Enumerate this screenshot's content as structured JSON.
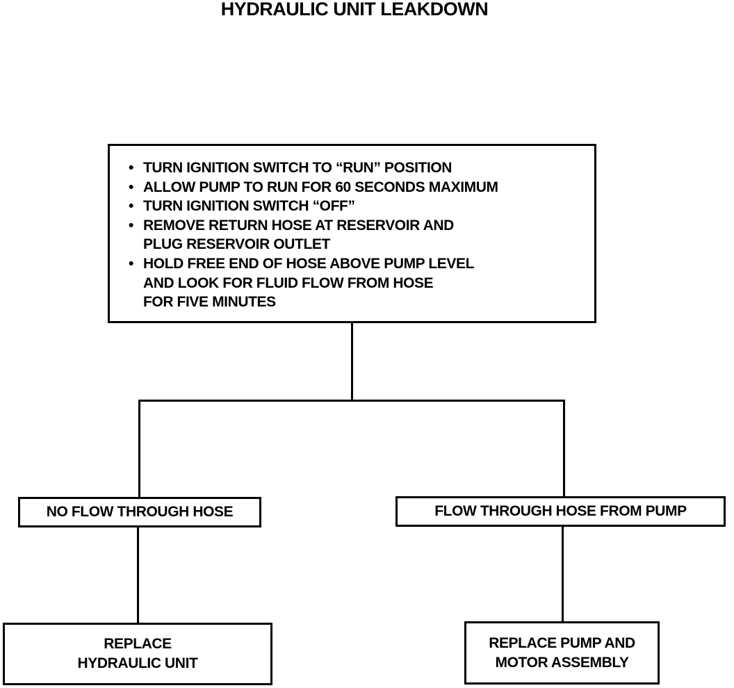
{
  "diagram": {
    "title": "HYDRAULIC UNIT LEAKDOWN",
    "procedure": {
      "bullet": "•",
      "steps": [
        {
          "lines": [
            "TURN IGNITION SWITCH TO “RUN” POSITION"
          ]
        },
        {
          "lines": [
            "ALLOW PUMP TO RUN FOR 60 SECONDS MAXIMUM"
          ]
        },
        {
          "lines": [
            "TURN IGNITION SWITCH “OFF”"
          ]
        },
        {
          "lines": [
            "REMOVE RETURN HOSE AT RESERVOIR AND",
            "PLUG RESERVOIR OUTLET"
          ]
        },
        {
          "lines": [
            "HOLD FREE END OF HOSE ABOVE PUMP LEVEL",
            "AND LOOK FOR FLUID FLOW FROM HOSE",
            "FOR FIVE MINUTES"
          ]
        }
      ]
    },
    "branches": {
      "left": {
        "condition": "NO FLOW THROUGH HOSE",
        "result_lines": [
          "REPLACE",
          "HYDRAULIC UNIT"
        ]
      },
      "right": {
        "condition": "FLOW THROUGH HOSE FROM PUMP",
        "result_lines": [
          "REPLACE PUMP AND",
          "MOTOR ASSEMBLY"
        ]
      }
    }
  }
}
